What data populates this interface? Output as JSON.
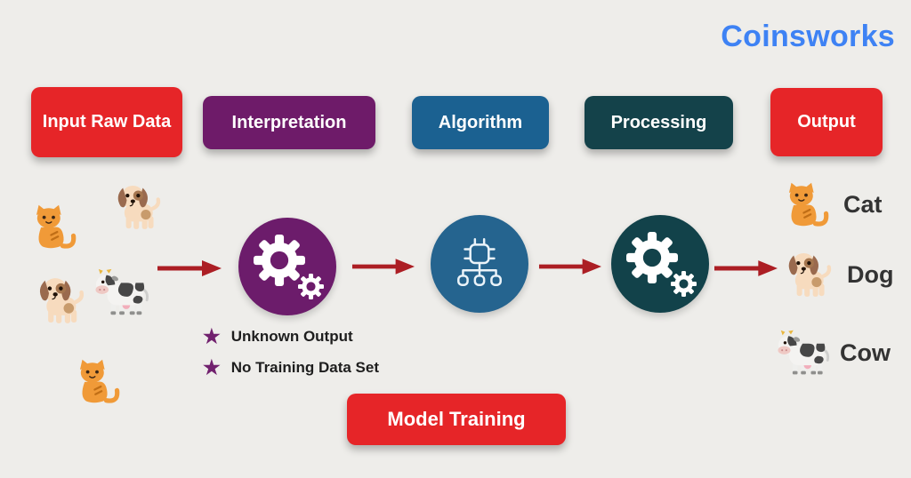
{
  "brand": {
    "logo": "Coinsworks",
    "color": "#3E82F4"
  },
  "stages": [
    {
      "label": "Input Raw Data",
      "color": "#E62528"
    },
    {
      "label": "Interpretation",
      "color": "#6E1B69"
    },
    {
      "label": "Algorithm",
      "color": "#1B6191"
    },
    {
      "label": "Processing",
      "color": "#14424A"
    },
    {
      "label": "Output",
      "color": "#E62528"
    }
  ],
  "flow": {
    "circles": [
      {
        "icon": "gears-icon",
        "color": "#6C1C6B"
      },
      {
        "icon": "chip-network-icon",
        "color": "#25648F"
      },
      {
        "icon": "gears-icon",
        "color": "#12424A"
      }
    ],
    "arrow_color": "#AC1E24"
  },
  "input_animals": [
    "cat",
    "dog",
    "dog",
    "cow",
    "cat"
  ],
  "notes": [
    {
      "bullet": "star-icon",
      "label": "Unknown Output"
    },
    {
      "bullet": "star-icon",
      "label": "No Training Data Set"
    }
  ],
  "training_button": {
    "label": "Model Training"
  },
  "outputs": [
    {
      "animal": "cat",
      "label": "Cat"
    },
    {
      "animal": "dog",
      "label": "Dog"
    },
    {
      "animal": "cow",
      "label": "Cow"
    }
  ],
  "icons": {
    "star": "★"
  },
  "colors": {
    "background": "#EEEDEA",
    "arrow": "#AC1E24",
    "star": "#71216E",
    "label_text": "#333333"
  }
}
